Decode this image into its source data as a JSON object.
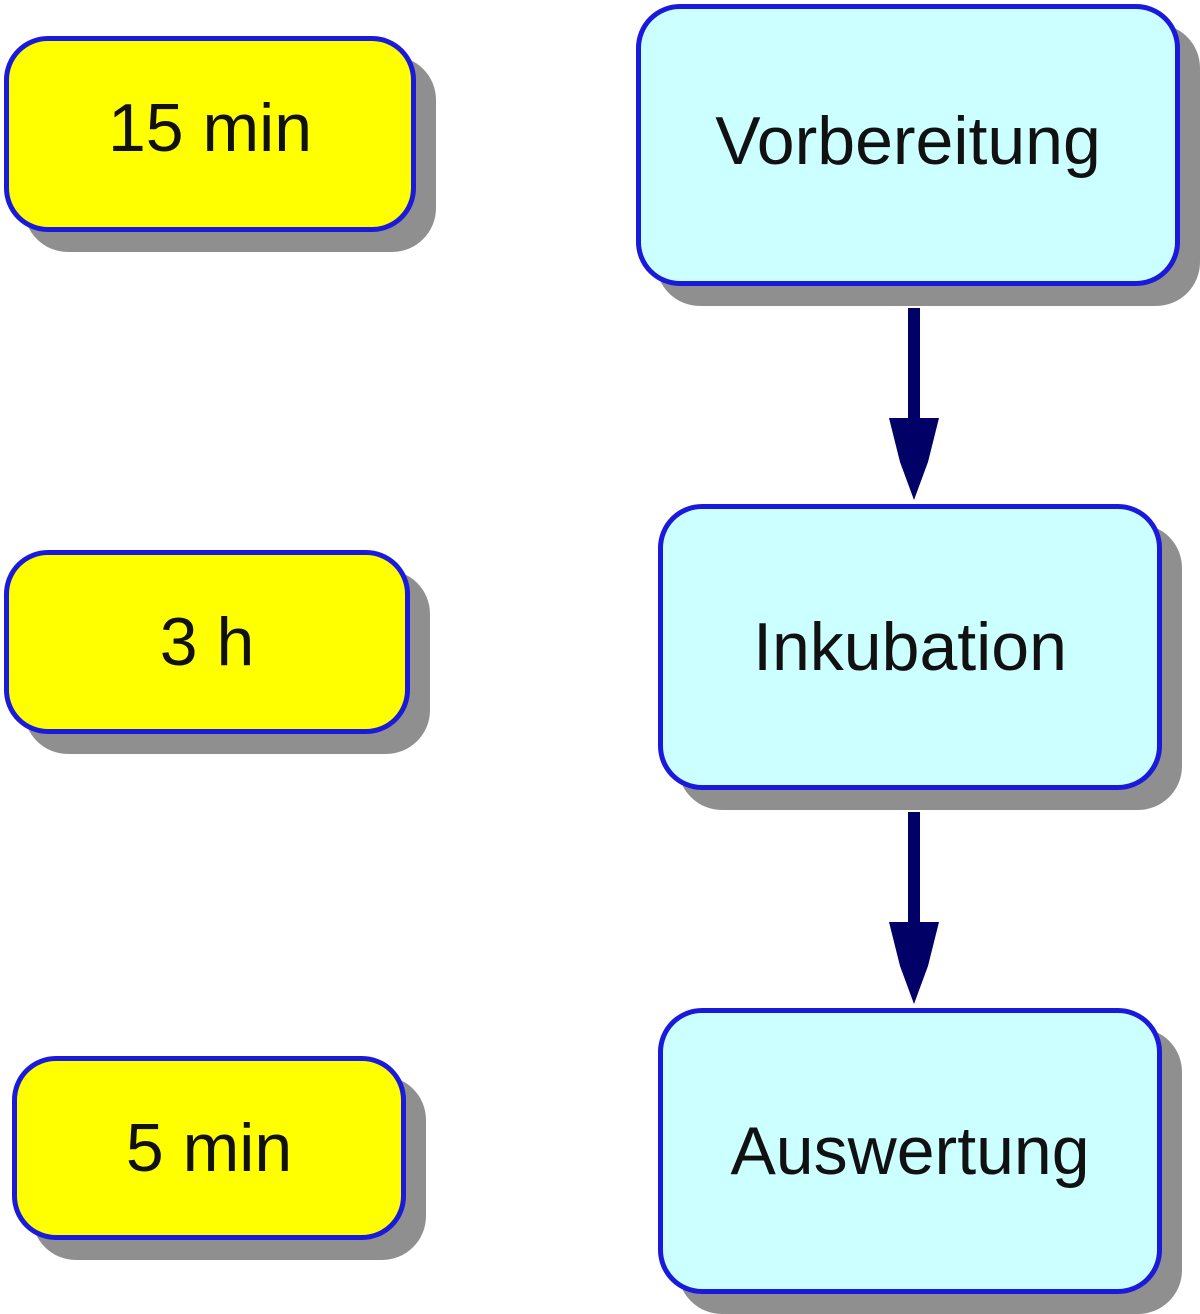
{
  "durations": [
    {
      "label": "15 min"
    },
    {
      "label": "3 h"
    },
    {
      "label": "5 min"
    }
  ],
  "steps": [
    {
      "label": "Vorbereitung"
    },
    {
      "label": "Inkubation"
    },
    {
      "label": "Auswertung"
    }
  ],
  "colors": {
    "duration_fill": "#ffff00",
    "step_fill": "#ccffff",
    "border": "#1a1adc",
    "arrow": "#000066",
    "shadow": "#8f8f8f"
  }
}
